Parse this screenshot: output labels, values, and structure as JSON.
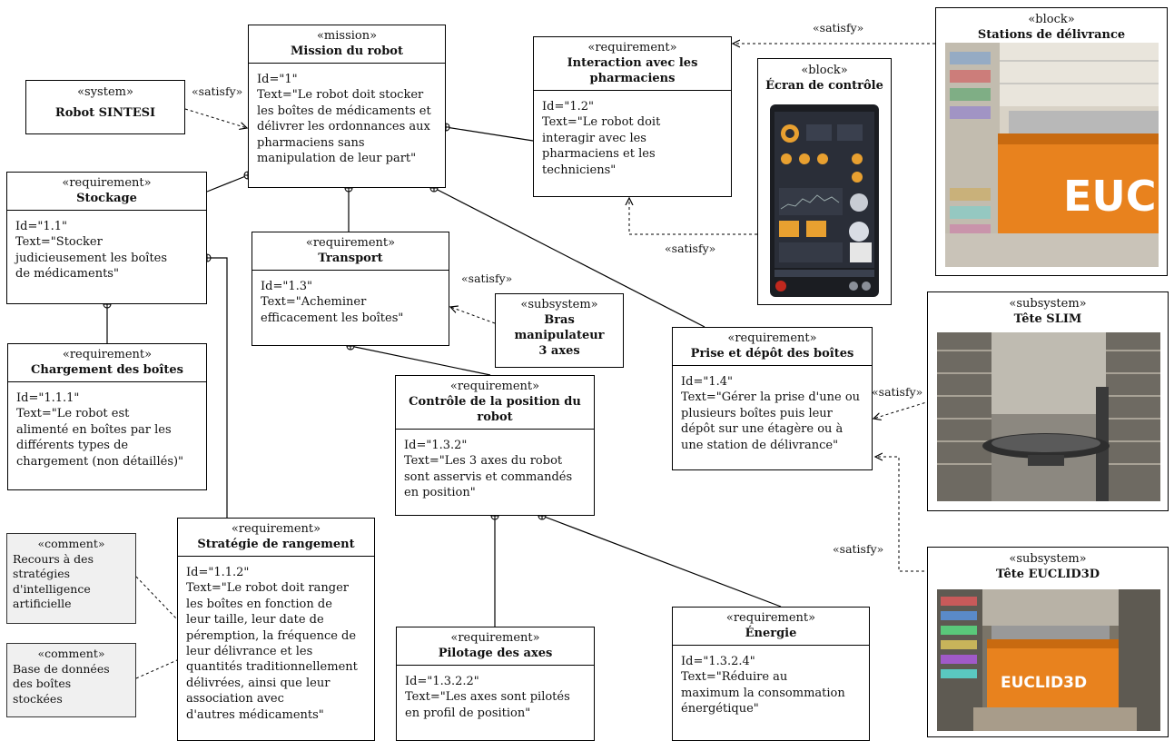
{
  "diagram": {
    "mission": {
      "stereotype": "«mission»",
      "name": "Mission du robot",
      "body": "Id=\"1\"\nText=\"Le robot doit stocker\nles boîtes de médicaments et\ndélivrer les ordonnances aux\npharmaciens sans\nmanipulation de leur part\""
    },
    "system": {
      "stereotype": "«system»",
      "name": "Robot SINTESI"
    },
    "interaction": {
      "stereotype": "«requirement»",
      "name": "Interaction avec les pharmaciens",
      "body": "Id=\"1.2\"\nText=\"Le robot doit\ninteragir avec les\npharmaciens et les\ntechniciens\""
    },
    "stockage": {
      "stereotype": "«requirement»",
      "name": "Stockage",
      "body": "Id=\"1.1\"\nText=\"Stocker\njudicieusement les boîtes\nde médicaments\""
    },
    "transport": {
      "stereotype": "«requirement»",
      "name": "Transport",
      "body": "Id=\"1.3\"\nText=\"Acheminer\nefficacement les boîtes\""
    },
    "bras": {
      "stereotype": "«subsystem»",
      "name": "Bras manipulateur 3 axes"
    },
    "chargement": {
      "stereotype": "«requirement»",
      "name": "Chargement des boîtes",
      "body": "Id=\"1.1.1\"\nText=\"Le robot est\nalimenté en boîtes par les\ndifférents types de\nchargement (non détaillés)\""
    },
    "controle": {
      "stereotype": "«requirement»",
      "name": "Contrôle de la position du robot",
      "body": "Id=\"1.3.2\"\nText=\"Les 3 axes du robot\nsont asservis et commandés\nen position\""
    },
    "prise": {
      "stereotype": "«requirement»",
      "name": "Prise et dépôt des boîtes",
      "body": "Id=\"1.4\"\nText=\"Gérer la prise d'une ou\nplusieurs boîtes puis leur\ndépôt sur une étagère ou à\nune station de délivrance\""
    },
    "strategie": {
      "stereotype": "«requirement»",
      "name": "Stratégie de rangement",
      "body": "Id=\"1.1.2\"\nText=\"Le robot doit ranger\nles boîtes en fonction de\nleur taille, leur date de\npéremption, la fréquence de\nleur délivrance et les\nquantités traditionnellement\ndélivrées, ainsi que leur\nassociation avec\nd'autres médicaments\""
    },
    "pilotage": {
      "stereotype": "«requirement»",
      "name": "Pilotage des axes",
      "body": "Id=\"1.3.2.2\"\nText=\"Les axes sont pilotés\nen profil de position\""
    },
    "energie": {
      "stereotype": "«requirement»",
      "name": "Énergie",
      "body": "Id=\"1.3.2.4\"\nText=\"Réduire au\nmaximum la consommation\nénergétique\""
    },
    "comment1": {
      "stereotype": "«comment»",
      "text": "Recours à des\nstratégies\nd'intelligence\nartificielle"
    },
    "comment2": {
      "stereotype": "«comment»",
      "text": "Base de données\ndes boîtes\nstockées"
    },
    "stations": {
      "stereotype": "«block»",
      "name": "Stations de délivrance",
      "logo": "EUC"
    },
    "ecran": {
      "stereotype": "«block»",
      "name": "Écran de contrôle"
    },
    "slim": {
      "stereotype": "«subsystem»",
      "name": "Tête SLIM"
    },
    "euclid": {
      "stereotype": "«subsystem»",
      "name": "Tête EUCLID3D",
      "logo": "EUCLID3D"
    },
    "labels": {
      "satisfy_system": "«satisfy»",
      "satisfy_stations": "«satisfy»",
      "satisfy_ecran": "«satisfy»",
      "satisfy_bras": "«satisfy»",
      "satisfy_slim": "«satisfy»",
      "satisfy_euclid": "«satisfy»"
    }
  },
  "colors": {
    "border": "#000000",
    "comment_fill": "#f0f0f0",
    "accent_orange": "#e8821e"
  }
}
